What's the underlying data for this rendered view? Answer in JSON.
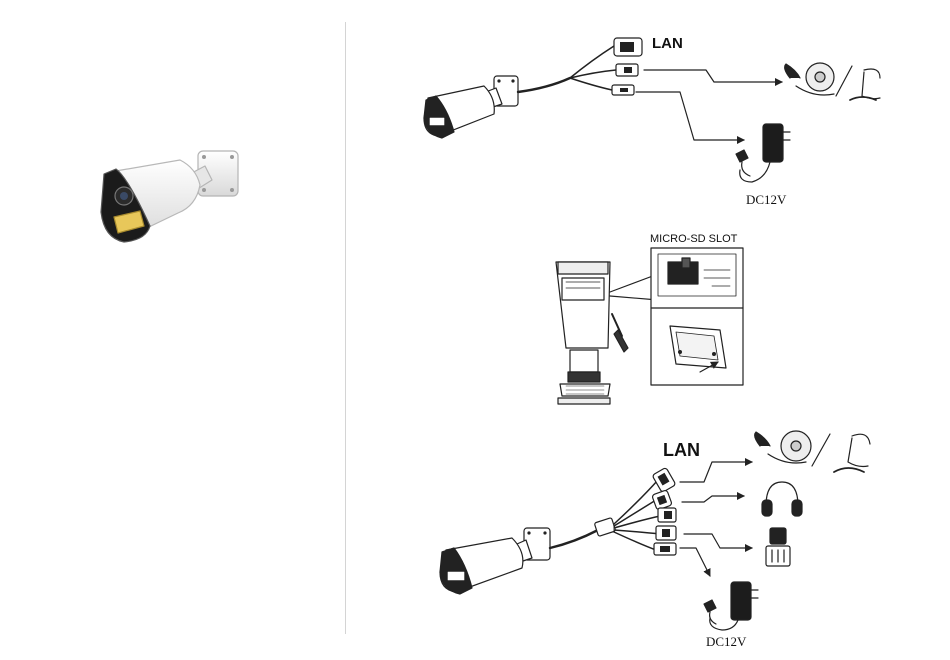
{
  "figure1": {
    "lan_label": "LAN",
    "power_label": "DC12V"
  },
  "figure2": {
    "slot_label": "MICRO-SD SLOT"
  },
  "figure3": {
    "lan_label": "LAN",
    "power_label": "DC12V"
  },
  "colors": {
    "line": "#222222",
    "camera_body": "#f2f2f2",
    "lens_black": "#1a1a1a",
    "led_yellow": "#e8c75a",
    "divider": "#d4d4d4"
  }
}
